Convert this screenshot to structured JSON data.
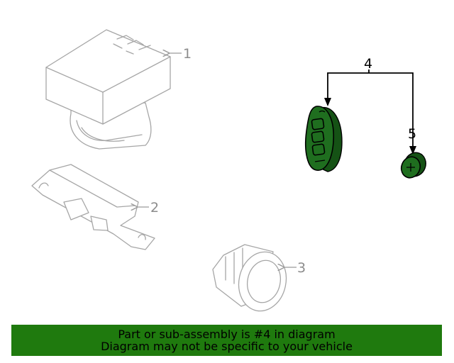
{
  "callouts": {
    "part1": "1",
    "part2": "2",
    "part3": "3",
    "part4": "4",
    "part5": "5"
  },
  "banner": {
    "line1": "Part or sub-assembly is #4 in diagram",
    "line2": "Diagram may not be specific to your vehicle"
  },
  "colors": {
    "highlight": "#1f6e1f",
    "banner": "#1f7a0e",
    "ghost": "#a6a6a6"
  }
}
